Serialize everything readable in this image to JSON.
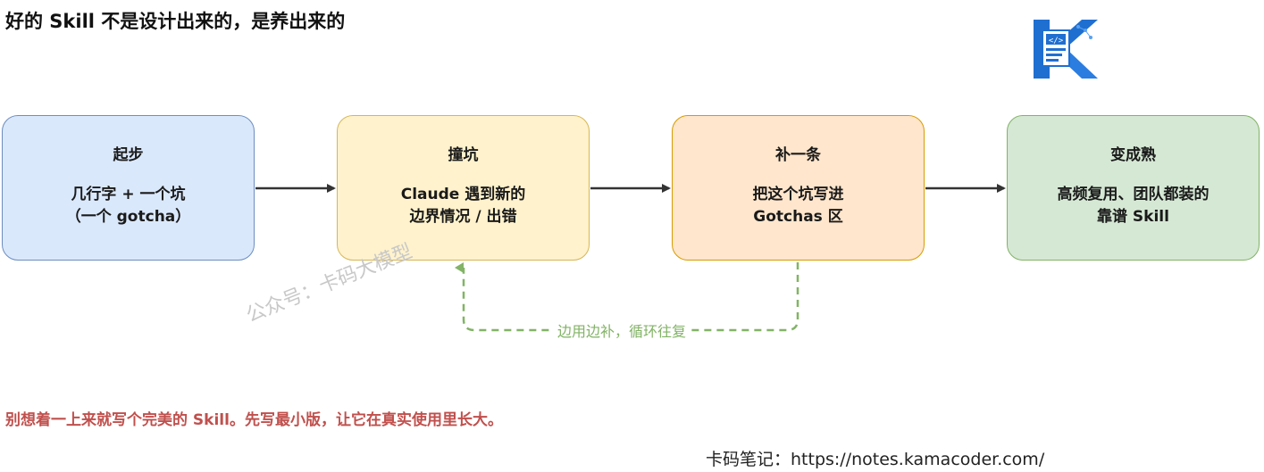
{
  "title": "好的 Skill 不是设计出来的，是养出来的",
  "steps": [
    {
      "head": "起步",
      "body": "几行字 + 一个坑\n（一个 gotcha）",
      "color": "#dae8fc",
      "border": "#6c8ebf"
    },
    {
      "head": "撞坑",
      "body": "Claude 遇到新的\n边界情况 / 出错",
      "color": "#fff2cc",
      "border": "#d6b656"
    },
    {
      "head": "补一条",
      "body": "把这个坑写进\nGotchas 区",
      "color": "#ffe6cc",
      "border": "#d79b00"
    },
    {
      "head": "变成熟",
      "body": "高频复用、团队都装的\n靠谱 Skill",
      "color": "#d5e8d4",
      "border": "#82b366"
    }
  ],
  "loop_label": "边用边补，循环往复",
  "watermark": "公众号：卡码大模型",
  "note": "别想着一上来就写个完美的 Skill。先写最小版，让它在真实使用里长大。",
  "footer": "卡码笔记：https://notes.kamacoder.com/",
  "colors": {
    "arrow": "#333333",
    "loop": "#82b366",
    "note": "#c0504d",
    "logo_blue": "#1f6fd1"
  }
}
